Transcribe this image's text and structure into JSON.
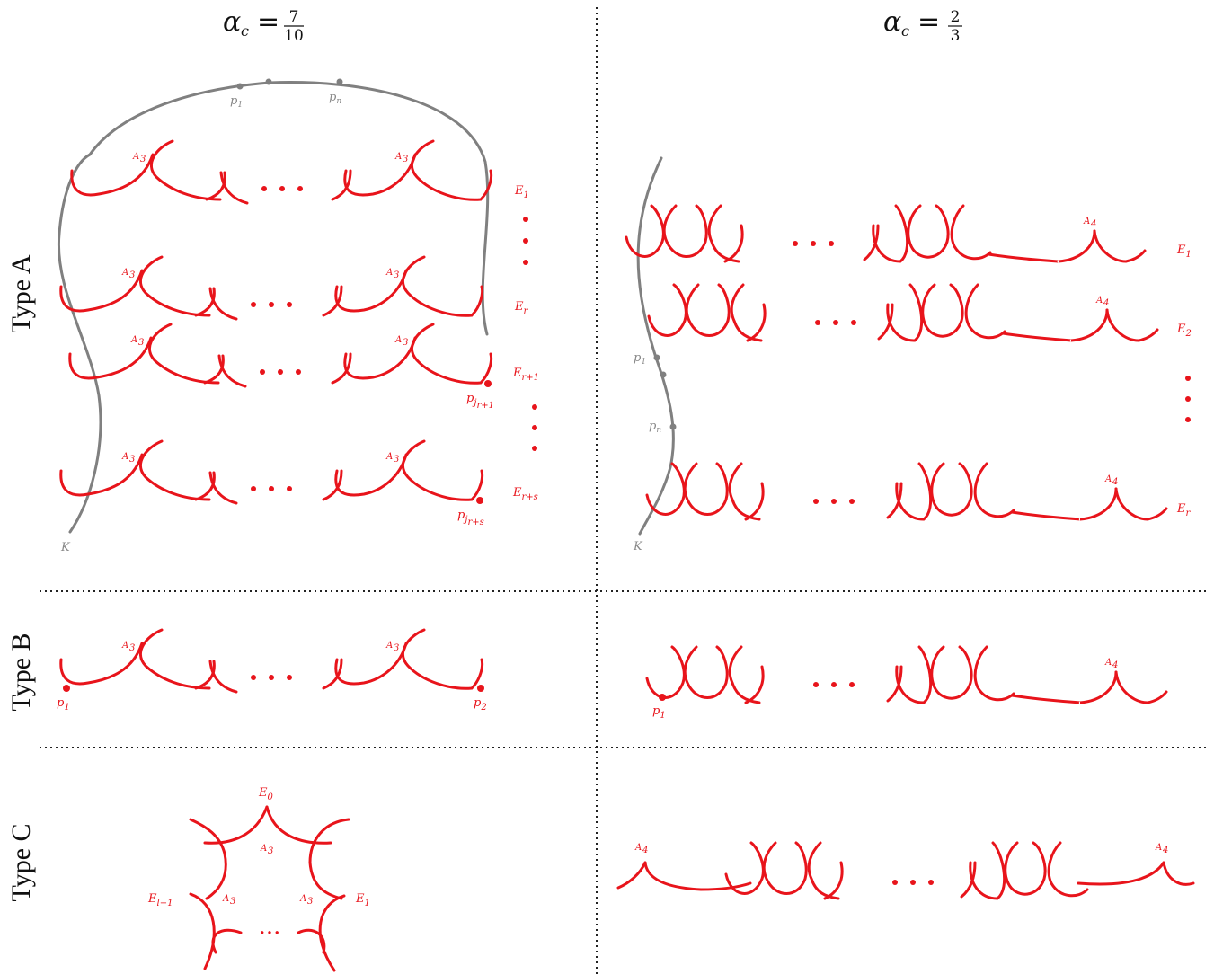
{
  "columns": {
    "left": {
      "alpha_label": "α",
      "alpha_sub": "c",
      "equals": "=",
      "frac_num": "7",
      "frac_den": "10"
    },
    "right": {
      "alpha_label": "α",
      "alpha_sub": "c",
      "equals": "=",
      "frac_num": "2",
      "frac_den": "3"
    }
  },
  "rows": {
    "type_a": "Type A",
    "type_b": "Type B",
    "type_c": "Type C"
  },
  "cusp_labels": {
    "a3": "A",
    "a3_sub": "3",
    "a4": "A",
    "a4_sub": "4"
  },
  "left_a": {
    "curve_labels": [
      {
        "main": "E",
        "sub": "1"
      },
      {
        "main": "E",
        "sub": "r"
      },
      {
        "main": "E",
        "sub": "r+1"
      },
      {
        "main": "E",
        "sub": "r+s"
      }
    ],
    "points": [
      {
        "main": "p",
        "sub": "1"
      },
      {
        "main": "p",
        "sub": "n"
      },
      {
        "main": "p",
        "sub": "j",
        "subsub": "r+1"
      },
      {
        "main": "p",
        "sub": "j",
        "subsub": "r+s"
      }
    ],
    "k_label": "K"
  },
  "right_a": {
    "curve_labels": [
      {
        "main": "E",
        "sub": "1"
      },
      {
        "main": "E",
        "sub": "2"
      },
      {
        "main": "E",
        "sub": "r"
      }
    ],
    "points": [
      {
        "main": "p",
        "sub": "1"
      },
      {
        "main": "p",
        "sub": "n"
      }
    ],
    "k_label": "K"
  },
  "left_b": {
    "points": [
      {
        "main": "p",
        "sub": "1"
      },
      {
        "main": "p",
        "sub": "2"
      }
    ]
  },
  "right_b": {
    "points": [
      {
        "main": "p",
        "sub": "1"
      }
    ]
  },
  "left_c": {
    "labels": [
      {
        "main": "E",
        "sub": "0"
      },
      {
        "main": "E",
        "sub": "l−1"
      },
      {
        "main": "E",
        "sub": "1"
      }
    ]
  },
  "ellipsis": "···",
  "colors": {
    "curve": "#e8141b",
    "k_curve": "#808080",
    "divider": "#222222"
  }
}
